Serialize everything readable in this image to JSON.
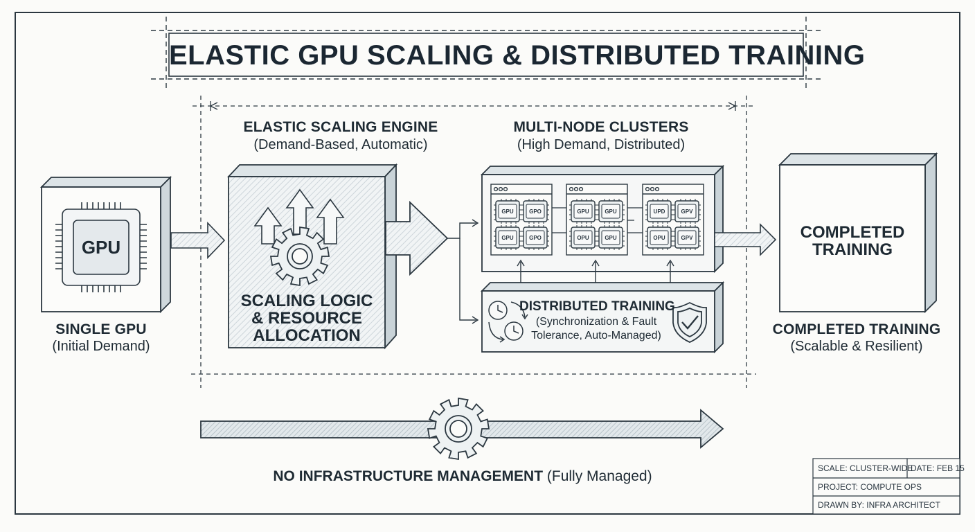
{
  "title": "ELASTIC GPU SCALING & DISTRIBUTED TRAINING",
  "single_gpu": {
    "chip_label": "GPU",
    "heading": "SINGLE GPU",
    "sub": "(Initial Demand)"
  },
  "scaling_engine": {
    "heading": "ELASTIC SCALING ENGINE",
    "sub": "(Demand-Based, Automatic)",
    "box_label_lines": [
      "SCALING LOGIC",
      "& RESOURCE",
      "ALLOCATION"
    ]
  },
  "clusters": {
    "heading": "MULTI-NODE CLUSTERS",
    "sub": "(High Demand, Distributed)",
    "nodes": [
      {
        "chips": [
          "GPU",
          "GPO",
          "GPU",
          "GPO"
        ]
      },
      {
        "chips": [
          "GPU",
          "GPU",
          "OPU",
          "GPU"
        ]
      },
      {
        "chips": [
          "UPD",
          "GPV",
          "OPU",
          "GPV"
        ]
      }
    ]
  },
  "distributed": {
    "heading": "DISTRIBUTED TRAINING",
    "sub_lines": [
      "(Synchronization & Fault",
      "Tolerance, Auto-Managed)"
    ]
  },
  "completed": {
    "box_label_lines": [
      "COMPLETED",
      "TRAINING"
    ],
    "heading": "COMPLETED TRAINING",
    "sub": "(Scalable & Resilient)"
  },
  "bottom": {
    "label_bold": "NO INFRASTRUCTURE MANAGEMENT",
    "label_normal": " (Fully Managed)"
  },
  "title_block": {
    "scale": "SCALE: CLUSTER-WIDE",
    "date": "DATE: FEB 15",
    "project": "PROJECT: COMPUTE OPS",
    "drawn_by": "DRAWN BY: INFRA ARCHITECT"
  },
  "colors": {
    "ink": "#1e2a33",
    "paper": "#fbfbf9",
    "fill_light": "#eef2f3",
    "fill_mid": "#dde4e7",
    "hatch": "#c8d1d6"
  }
}
